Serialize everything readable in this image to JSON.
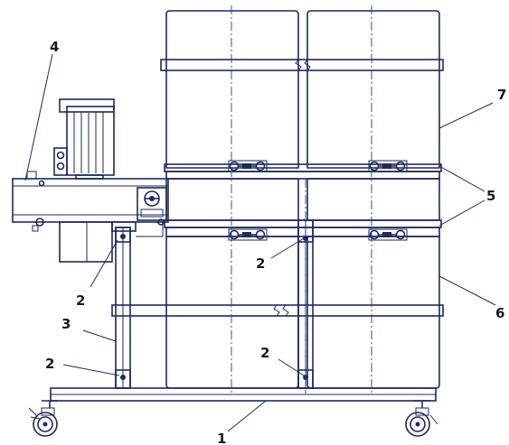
{
  "callouts": [
    {
      "id": "1",
      "text": "1"
    },
    {
      "id": "2a",
      "text": "2"
    },
    {
      "id": "2b",
      "text": "2"
    },
    {
      "id": "2c",
      "text": "2"
    },
    {
      "id": "2d",
      "text": "2"
    },
    {
      "id": "3",
      "text": "3"
    },
    {
      "id": "4",
      "text": "4"
    },
    {
      "id": "5",
      "text": "5"
    },
    {
      "id": "6",
      "text": "6"
    },
    {
      "id": "7",
      "text": "7"
    }
  ]
}
